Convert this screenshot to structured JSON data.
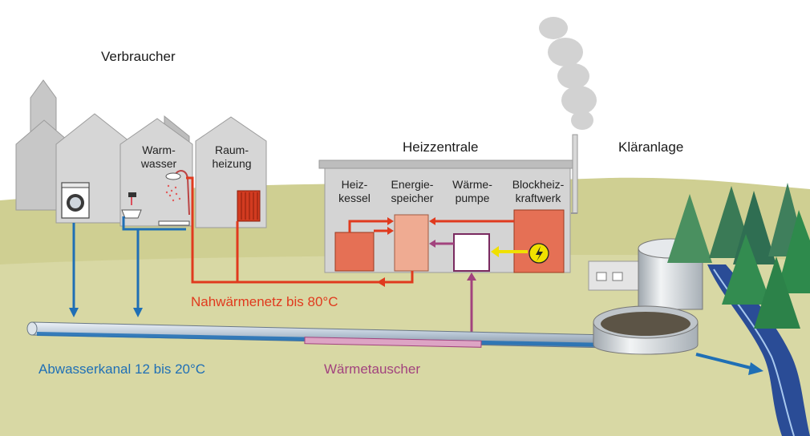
{
  "labels": {
    "verbraucher": "Verbraucher",
    "warmwasser_1": "Warm-",
    "warmwasser_2": "wasser",
    "raumheizung_1": "Raum-",
    "raumheizung_2": "heizung",
    "heizzentrale": "Heizzentrale",
    "klaeranlage": "Kläranlage",
    "heizkessel_1": "Heiz-",
    "heizkessel_2": "kessel",
    "energiespeicher_1": "Energie-",
    "energiespeicher_2": "speicher",
    "waermepumpe_1": "Wärme-",
    "waermepumpe_2": "pumpe",
    "bhkw_1": "Blockheiz-",
    "bhkw_2": "kraftwerk",
    "nahwaermenetz": "Nahwärmenetz bis 80°C",
    "abwasserkanal": "Abwasserkanal 12 bis 20°C",
    "waermetauscher": "Wärmetauscher"
  },
  "colors": {
    "heat_network": "#e03a1e",
    "wastewater": "#1f6fb5",
    "heat_exchanger": "#a2437e",
    "electricity": "#f0e000",
    "building": "#c8c8c8",
    "ground": "#cfcf92",
    "tree": "#3c8a52"
  }
}
